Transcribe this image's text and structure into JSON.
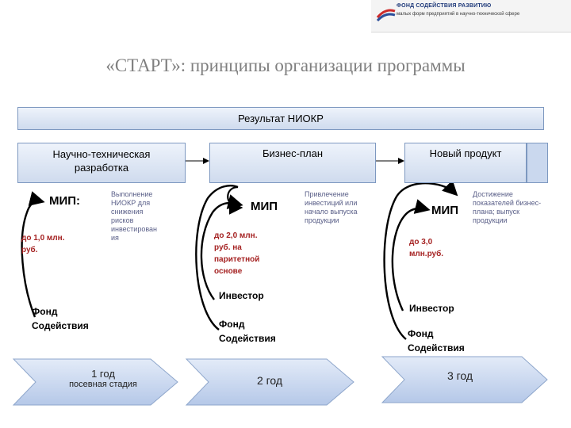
{
  "logo": {
    "name": "ФОНД СОДЕЙСТВИЯ РАЗВИТИЮ",
    "tagline": "малых форм предприятий в научно-технической сфере"
  },
  "title": "«СТАРТ»: принципы организации программы",
  "result_box": "Результат НИОКР",
  "stages": [
    {
      "box": [
        "Научно-техническая",
        "разработка"
      ],
      "mip": "МИП:",
      "description": [
        "Выполнение",
        "НИОКР для",
        "снижения",
        "рисков",
        "инвестирован",
        "ия"
      ],
      "amount": [
        "до 1,0 млн.",
        "руб."
      ],
      "investor": "",
      "fund": [
        "Фонд",
        "Содействия"
      ],
      "chevron": [
        "1 год",
        "посевная стадия"
      ]
    },
    {
      "box": [
        "Бизнес-план"
      ],
      "mip": "МИП",
      "description": [
        "Привлечение",
        "инвестиций или",
        "начало выпуска",
        "продукции"
      ],
      "amount": [
        "до 2,0 млн.",
        "руб. на",
        "паритетной",
        "основе"
      ],
      "investor": "Инвестор",
      "fund": [
        "Фонд",
        "Содействия"
      ],
      "chevron": [
        "2 год"
      ]
    },
    {
      "box": [
        "Новый продукт"
      ],
      "mip": "МИП",
      "description": [
        "Достижение",
        "показателей бизнес-",
        "плана; выпуск",
        "продукции"
      ],
      "amount": [
        "до 3,0",
        "млн.руб."
      ],
      "investor": "Инвестор",
      "fund": [
        "Фонд",
        "Содействия"
      ],
      "chevron": [
        "3 год"
      ]
    }
  ],
  "colors": {
    "box_border": "#7d98c0",
    "amount_red": "#a52222",
    "note_blue": "#5a5f88",
    "title_grey": "#7f7f7f",
    "chevron_fill": "#c3d3ec"
  }
}
